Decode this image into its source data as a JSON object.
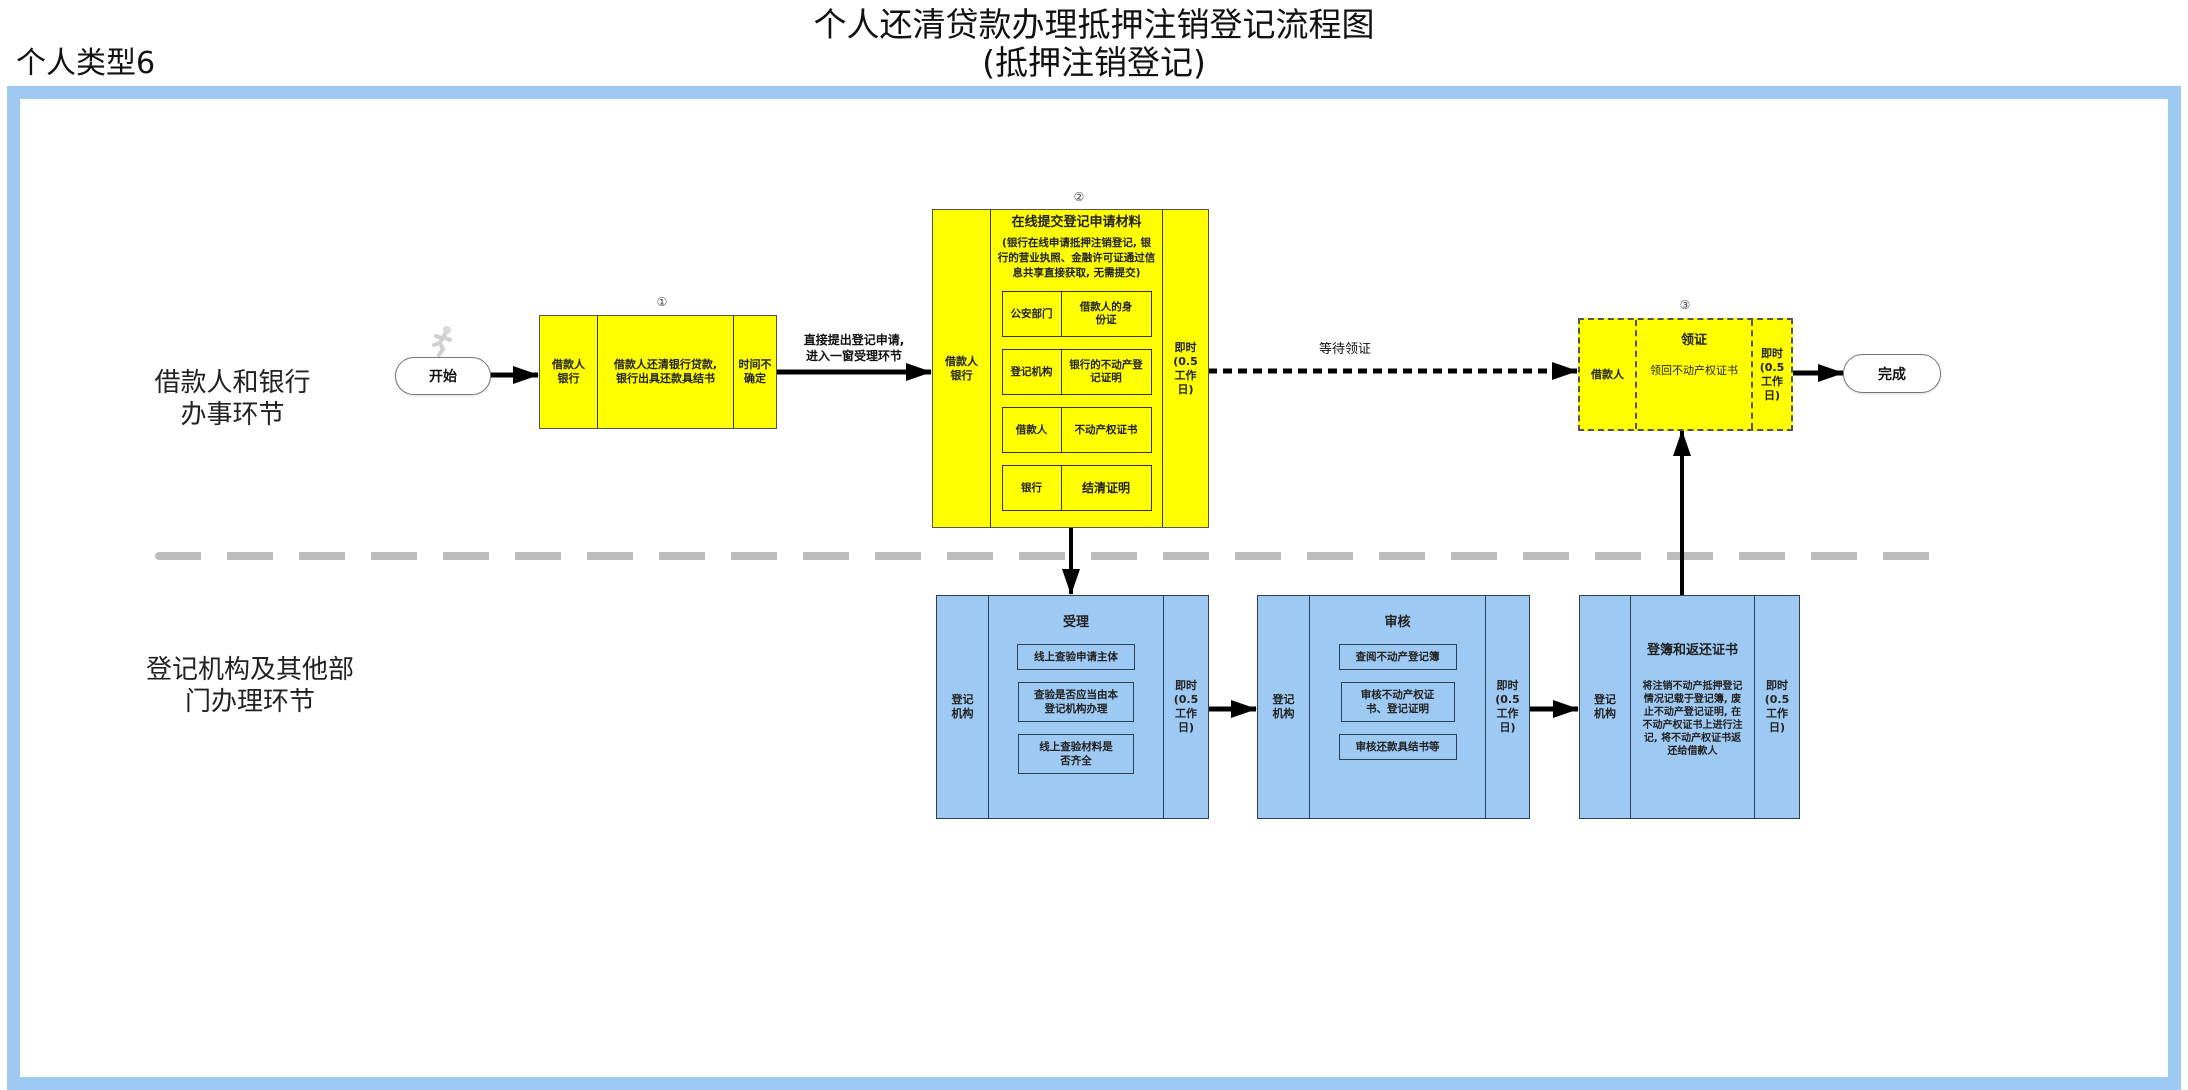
{
  "header": {
    "title_line1": "个人还清贷款办理抵押注销登记流程图",
    "title_line2": "(抵押注销登记)",
    "type_label": "个人类型6"
  },
  "lanes": [
    {
      "label_line1": "借款人和银行",
      "label_line2": "办事环节"
    },
    {
      "label_line1": "登记机构及其他部",
      "label_line2": "门办理环节"
    }
  ],
  "terminals": {
    "start": "开始",
    "end": "完成"
  },
  "edges": {
    "submit_label_line1": "直接提出登记申请,",
    "submit_label_line2": "进入一窗受理环节",
    "wait_label": "等待领证"
  },
  "steps": {
    "step1": {
      "number": "①",
      "actor_line1": "借款人",
      "actor_line2": "银行",
      "desc_line1": "借款人还清银行贷款,",
      "desc_line2": "银行出具还款具结书",
      "time_line1": "时间不",
      "time_line2": "确定"
    },
    "step2": {
      "number": "②",
      "actor_line1": "借款人",
      "actor_line2": "银行",
      "title": "在线提交登记申请材料",
      "note": "(银行在线申请抵押注销登记, 银行的营业执照、金融许可证通过信息共享直接获取, 无需提交)",
      "materials": [
        {
          "source": "公安部门",
          "item": "借款人的身份证"
        },
        {
          "source": "登记机构",
          "item": "银行的不动产登记证明"
        },
        {
          "source": "借款人",
          "item": "不动产权证书"
        },
        {
          "source": "银行",
          "item": "结清证明"
        }
      ],
      "time_line1": "即时",
      "time_line2": "(0.5",
      "time_line3": "工作",
      "time_line4": "日)"
    },
    "step3": {
      "number": "③",
      "actor": "借款人",
      "title": "领证",
      "desc": "领回不动产权证书",
      "time_line1": "即时",
      "time_line2": "(0.5",
      "time_line3": "工作",
      "time_line4": "日)"
    },
    "accept": {
      "actor_line1": "登记",
      "actor_line2": "机构",
      "title": "受理",
      "tasks": [
        "线上查验申请主体",
        "查验是否应当由本登记机构办理",
        "线上查验材料是否齐全"
      ],
      "time_line1": "即时",
      "time_line2": "(0.5",
      "time_line3": "工作",
      "time_line4": "日)"
    },
    "review": {
      "actor_line1": "登记",
      "actor_line2": "机构",
      "title": "审核",
      "tasks": [
        "查阅不动产登记簿",
        "审核不动产权证书、登记证明",
        "审核还款具结书等"
      ],
      "time_line1": "即时",
      "time_line2": "(0.5",
      "time_line3": "工作",
      "time_line4": "日)"
    },
    "record": {
      "actor_line1": "登记",
      "actor_line2": "机构",
      "title": "登簿和返还证书",
      "desc": "将注销不动产抵押登记情况记载于登记簿, 废止不动产登记证明, 在不动产权证书上进行注记, 将不动产权证书返还给借款人",
      "time_line1": "即时",
      "time_line2": "(0.5",
      "time_line3": "工作",
      "time_line4": "日)"
    }
  },
  "colors": {
    "frame": "#9ec9f3",
    "applicant_box": "#ffff00",
    "agency_box": "#9ec9f3",
    "divider": "#bdbdbd"
  }
}
